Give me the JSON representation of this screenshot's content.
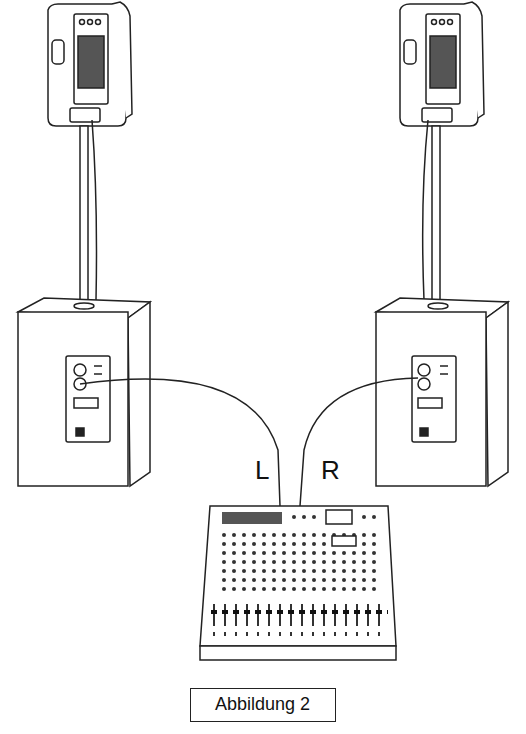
{
  "diagram": {
    "caption": "Abbildung 2",
    "labels": [
      "L",
      "R"
    ]
  }
}
